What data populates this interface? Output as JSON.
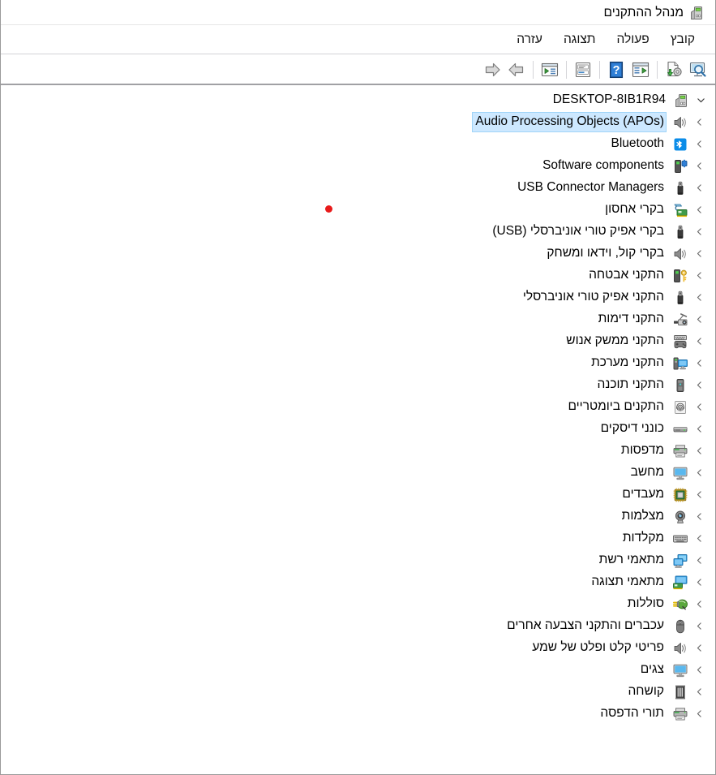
{
  "window": {
    "title": "מנהל ההתקנים",
    "app_icon": "device-manager-icon"
  },
  "menubar": {
    "items": [
      {
        "label": "קובץ",
        "name": "menu-file"
      },
      {
        "label": "פעולה",
        "name": "menu-action"
      },
      {
        "label": "תצוגה",
        "name": "menu-view"
      },
      {
        "label": "עזרה",
        "name": "menu-help"
      }
    ]
  },
  "toolbar": {
    "buttons": [
      {
        "name": "scan-for-hardware-changes-button",
        "icon": "monitor-magnifier-icon",
        "title": "סרוק לאיתור שינויי חומרה"
      },
      {
        "name": "update-driver-button",
        "icon": "update-driver-icon",
        "title": "עדכן מנהל התקן"
      },
      {
        "name": "properties-button",
        "icon": "properties-window-icon",
        "title": "מאפיינים"
      },
      {
        "name": "help-button",
        "icon": "help-question-icon",
        "title": "עזרה"
      },
      {
        "name": "show-hidden-devices-button",
        "icon": "device-list-icon",
        "title": "הצג התקנים נסתרים"
      },
      {
        "name": "view-devices-button",
        "icon": "play-window-icon",
        "title": "תצוגה"
      },
      {
        "name": "back-button",
        "icon": "arrow-back-icon",
        "title": "אחורה"
      },
      {
        "name": "forward-button",
        "icon": "arrow-forward-icon",
        "title": "קדימה"
      }
    ]
  },
  "tree": {
    "root": {
      "label": "DESKTOP-8IB1R94",
      "icon": "computer-icon",
      "expanded": true,
      "twisty": "chevron-down-icon"
    },
    "items": [
      {
        "label": "Audio Processing Objects (APOs)",
        "icon": "speaker-icon",
        "selected": true
      },
      {
        "label": "Bluetooth",
        "icon": "bluetooth-icon",
        "selected": false
      },
      {
        "label": "Software components",
        "icon": "software-component-icon",
        "selected": false
      },
      {
        "label": "USB Connector Managers",
        "icon": "usb-icon",
        "selected": false
      },
      {
        "label": "בקרי אחסון",
        "icon": "storage-controller-icon",
        "selected": false
      },
      {
        "label": "בקרי אפיק טורי אוניברסלי (USB)",
        "icon": "usb-icon",
        "selected": false
      },
      {
        "label": "בקרי קול, וידאו ומשחק",
        "icon": "speaker-icon",
        "selected": false
      },
      {
        "label": "התקני אבטחה",
        "icon": "security-key-icon",
        "selected": false
      },
      {
        "label": "התקני אפיק טורי אוניברסלי",
        "icon": "usb-icon",
        "selected": false
      },
      {
        "label": "התקני דימות",
        "icon": "scanner-icon",
        "selected": false
      },
      {
        "label": "התקני ממשק אנוש",
        "icon": "hid-icon",
        "selected": false
      },
      {
        "label": "התקני מערכת",
        "icon": "system-device-icon",
        "selected": false
      },
      {
        "label": "התקני תוכנה",
        "icon": "software-device-icon",
        "selected": false
      },
      {
        "label": "התקנים ביומטריים",
        "icon": "fingerprint-icon",
        "selected": false
      },
      {
        "label": "כונני דיסקים",
        "icon": "disk-drive-icon",
        "selected": false
      },
      {
        "label": "מדפסות",
        "icon": "printer-icon",
        "selected": false
      },
      {
        "label": "מחשב",
        "icon": "monitor-icon",
        "selected": false
      },
      {
        "label": "מעבדים",
        "icon": "cpu-icon",
        "selected": false
      },
      {
        "label": "מצלמות",
        "icon": "camera-icon",
        "selected": false
      },
      {
        "label": "מקלדות",
        "icon": "keyboard-icon",
        "selected": false
      },
      {
        "label": "מתאמי רשת",
        "icon": "network-adapter-icon",
        "selected": false
      },
      {
        "label": "מתאמי תצוגה",
        "icon": "display-adapter-icon",
        "selected": false
      },
      {
        "label": "סוללות",
        "icon": "battery-plug-icon",
        "selected": false
      },
      {
        "label": "עכברים והתקני הצבעה אחרים",
        "icon": "mouse-icon",
        "selected": false
      },
      {
        "label": "פריטי קלט ופלט של שמע",
        "icon": "speaker-icon",
        "selected": false
      },
      {
        "label": "צגים",
        "icon": "monitor-icon",
        "selected": false
      },
      {
        "label": "קושחה",
        "icon": "firmware-chip-icon",
        "selected": false
      },
      {
        "label": "תורי הדפסה",
        "icon": "printer-icon",
        "selected": false
      }
    ],
    "collapsed_twisty": "chevron-left-icon"
  },
  "marker": {
    "name": "cursor-marker-dot",
    "color": "#e81a1a"
  },
  "colors": {
    "selection_bg": "#cde8ff",
    "selection_border": "#a0d4f8",
    "text": "#000000",
    "toolbar_divider": "#a0a0a4"
  }
}
